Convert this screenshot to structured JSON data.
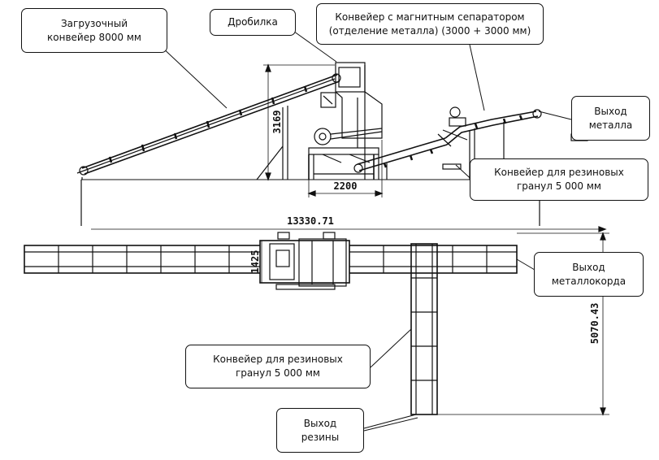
{
  "callouts": {
    "loading_conveyor": {
      "line1": "Загрузочный",
      "line2": "конвейер 8000 мм"
    },
    "crusher": {
      "line1": "Дробилка"
    },
    "magnetic_conveyor": {
      "line1": "Конвейер с магнитным сепаратором",
      "line2": "(отделение металла) (3000 + 3000 мм)"
    },
    "metal_exit": {
      "line1": "Выход",
      "line2": "металла"
    },
    "granule_conveyor_top": {
      "line1": "Конвейер для резиновых",
      "line2": "гранул 5 000 мм"
    },
    "metal_cord_exit": {
      "line1": "Выход",
      "line2": "металлокорда"
    },
    "granule_conveyor_plan": {
      "line1": "Конвейер для резиновых",
      "line2": "гранул 5 000 мм"
    },
    "rubber_exit": {
      "line1": "Выход",
      "line2": "резины"
    }
  },
  "dimensions": {
    "height_elevation": "3169",
    "crusher_width": "2200",
    "total_length": "13330.71",
    "crusher_depth": "1425",
    "plan_depth": "5070.43"
  }
}
